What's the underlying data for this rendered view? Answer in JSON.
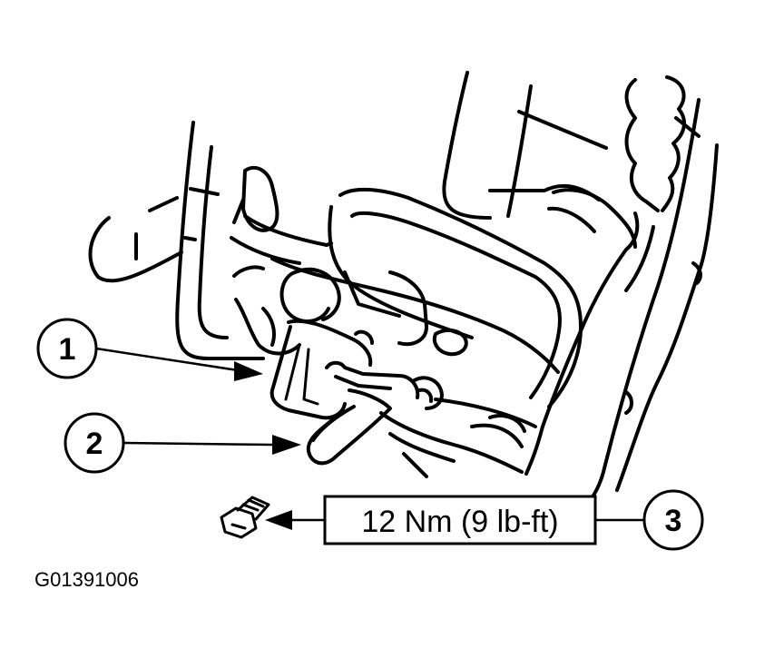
{
  "callouts": [
    {
      "number": "1"
    },
    {
      "number": "2"
    },
    {
      "number": "3"
    }
  ],
  "torque_label": "12 Nm (9 lb-ft)",
  "figure_id": "G01391006"
}
